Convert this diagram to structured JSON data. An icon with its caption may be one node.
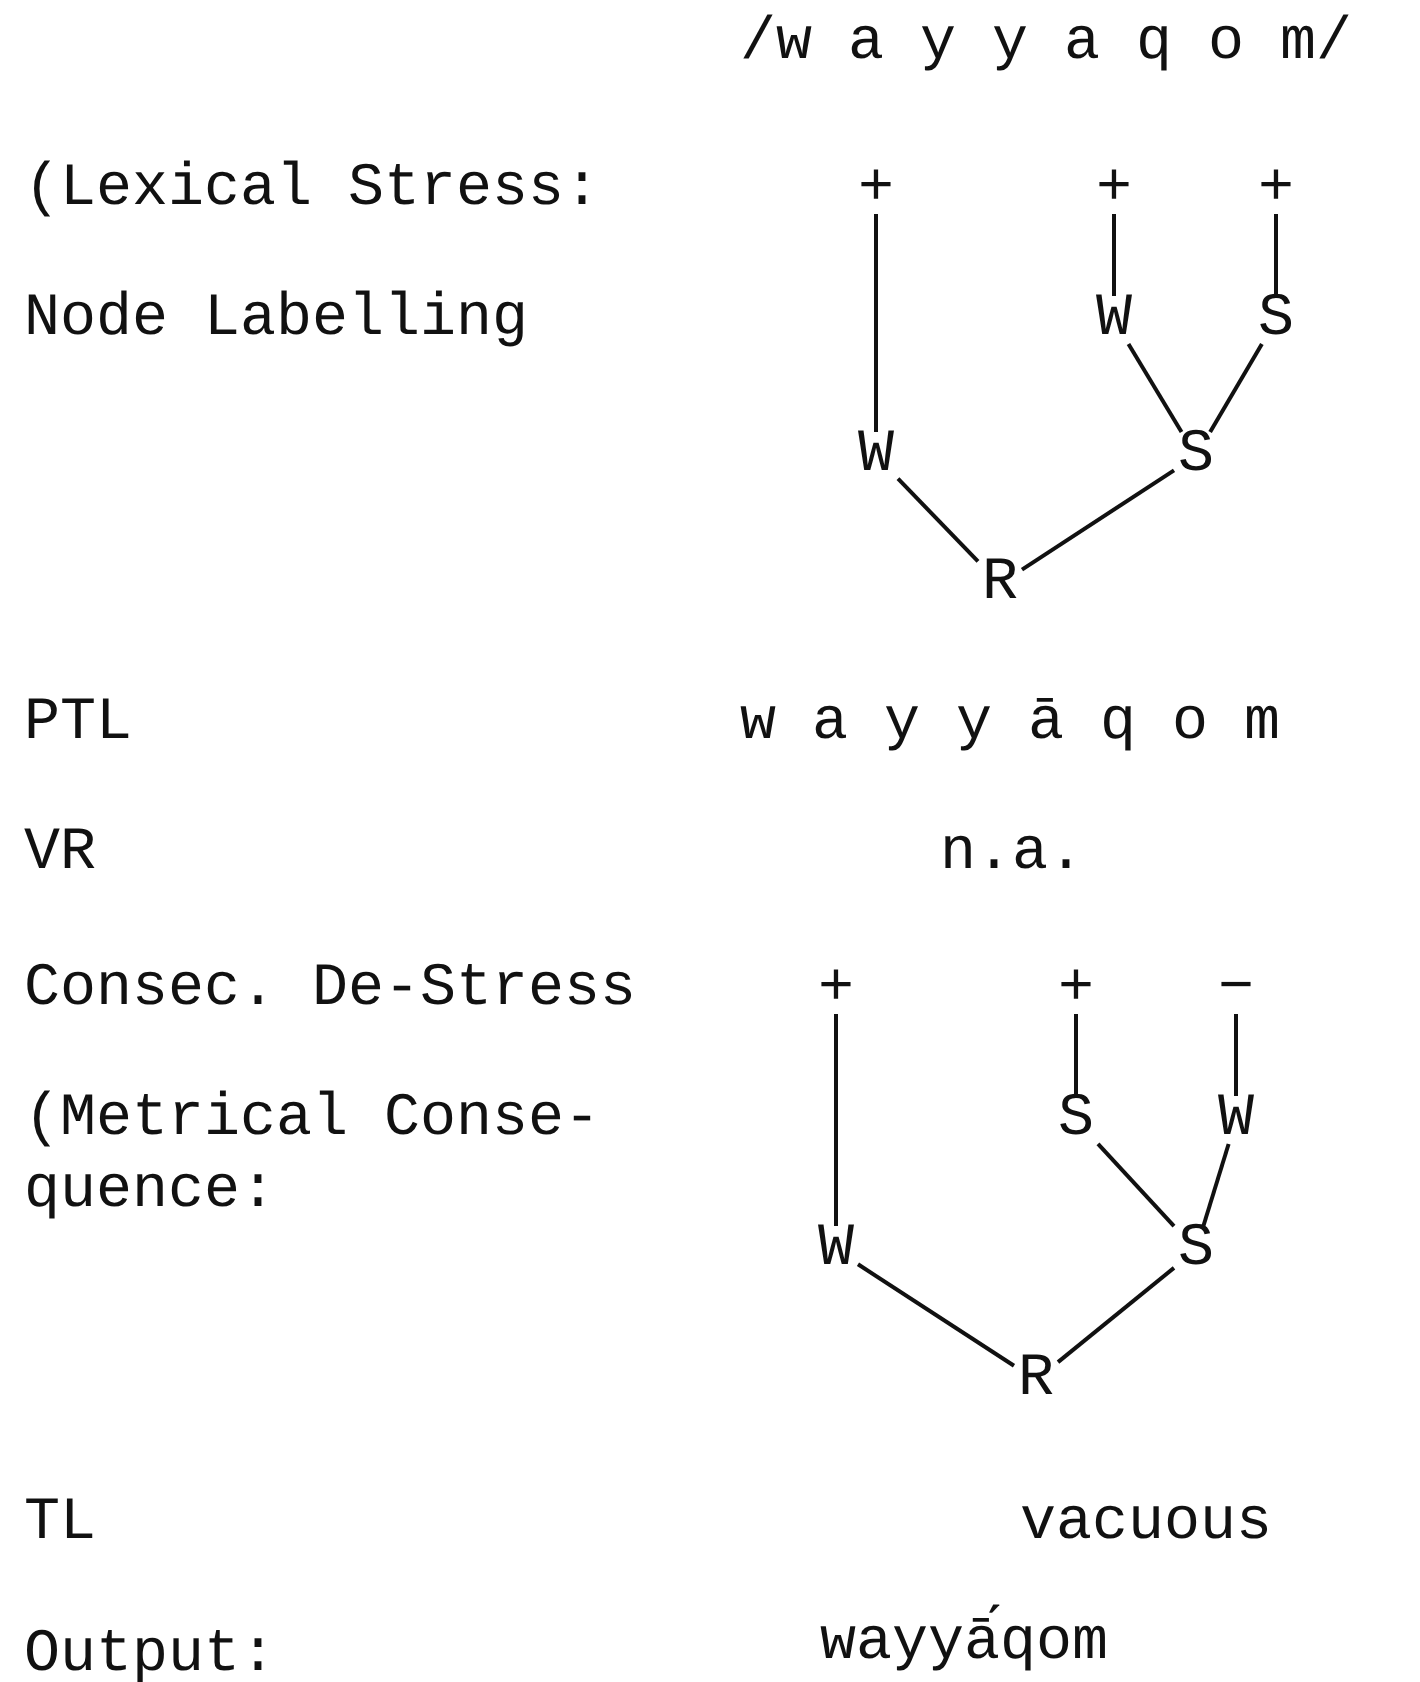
{
  "diagram": {
    "nodes": [
      {
        "text": [
          "+"
        ]
      },
      {
        "text": [
          "+"
        ]
      },
      {
        "text": [
          "+"
        ]
      },
      {
        "text": [
          "W"
        ]
      },
      {
        "text": [
          "S"
        ]
      },
      {
        "text": [
          "W"
        ]
      },
      {
        "text": [
          "S"
        ]
      },
      {
        "text": [
          "R"
        ]
      },
      {
        "text": [
          "+"
        ]
      },
      {
        "text": [
          "+"
        ]
      },
      {
        "text": [
          "−"
        ]
      },
      {
        "text": [
          "S"
        ]
      },
      {
        "text": [
          "W"
        ]
      },
      {
        "text": [
          "W"
        ]
      },
      {
        "text": [
          "S"
        ]
      },
      {
        "text": [
          "R"
        ]
      }
    ],
    "edges": [
      {
        "from": 0,
        "to": 5,
        "arrow": "none"
      },
      {
        "from": 1,
        "to": 3,
        "arrow": "none"
      },
      {
        "from": 2,
        "to": 4,
        "arrow": "none"
      },
      {
        "from": 3,
        "to": 6,
        "arrow": "none"
      },
      {
        "from": 4,
        "to": 6,
        "arrow": "none"
      },
      {
        "from": 5,
        "to": 7,
        "arrow": "none"
      },
      {
        "from": 6,
        "to": 7,
        "arrow": "none"
      },
      {
        "from": 8,
        "to": 13,
        "arrow": "none"
      },
      {
        "from": 9,
        "to": 11,
        "arrow": "none"
      },
      {
        "from": 10,
        "to": 12,
        "arrow": "none"
      },
      {
        "from": 11,
        "to": 14,
        "arrow": "none"
      },
      {
        "from": 12,
        "to": 14,
        "arrow": "none"
      },
      {
        "from": 13,
        "to": 15,
        "arrow": "none"
      },
      {
        "from": 14,
        "to": 15,
        "arrow": "none"
      }
    ],
    "labels": [
      "/w a y y a q o m/",
      "(Lexical Stress:",
      "Node Labelling",
      "PTL",
      "w a y y ā q o m",
      "VR",
      "n.a.",
      "Consec. De-Stress",
      "(Metrical Conse- quence:",
      "TL",
      "vacuous",
      "Output:",
      "wayyā́qom"
    ]
  }
}
